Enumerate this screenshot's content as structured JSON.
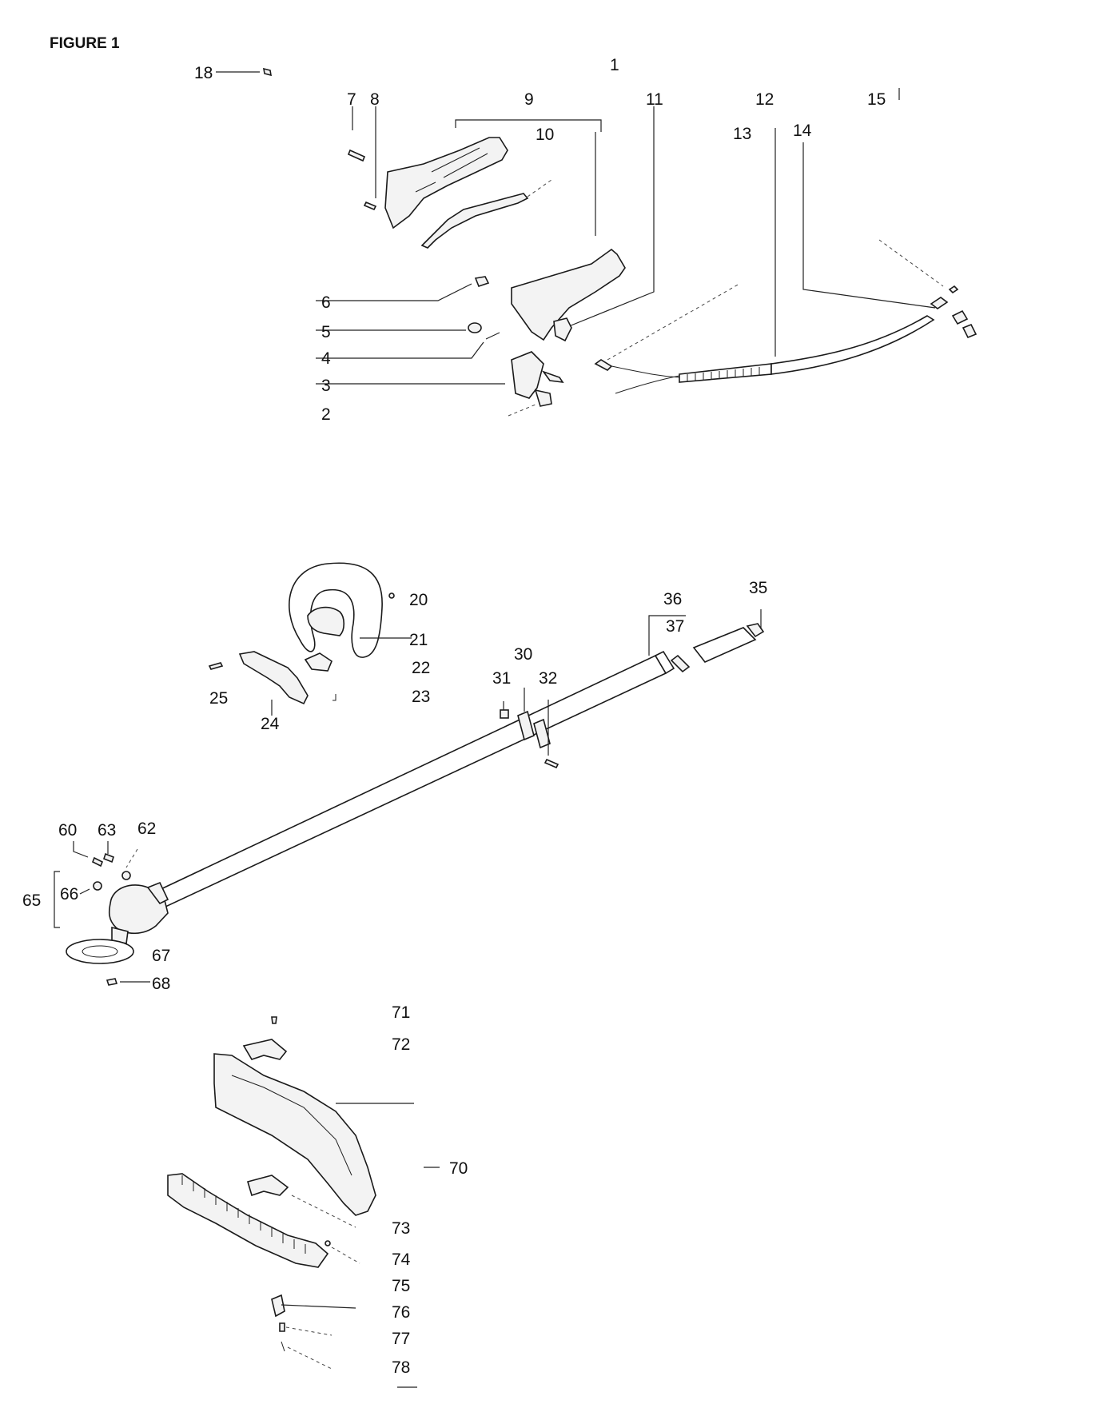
{
  "figure_title": "FIGURE 1",
  "callouts": {
    "c1": "1",
    "c2": "2",
    "c3": "3",
    "c4": "4",
    "c5": "5",
    "c6": "6",
    "c7": "7",
    "c8": "8",
    "c9": "9",
    "c10": "10",
    "c11": "11",
    "c12": "12",
    "c13": "13",
    "c14": "14",
    "c15": "15",
    "c18": "18",
    "c20": "20",
    "c21": "21",
    "c22": "22",
    "c23": "23",
    "c24": "24",
    "c25": "25",
    "c30": "30",
    "c31": "31",
    "c32": "32",
    "c35": "35",
    "c36": "36",
    "c37": "37",
    "c60": "60",
    "c62": "62",
    "c63": "63",
    "c65": "65",
    "c66": "66",
    "c67": "67",
    "c68": "68",
    "c70": "70",
    "c71": "71",
    "c72": "72",
    "c73": "73",
    "c74": "74",
    "c75": "75",
    "c76": "76",
    "c77": "77",
    "c78": "78"
  }
}
